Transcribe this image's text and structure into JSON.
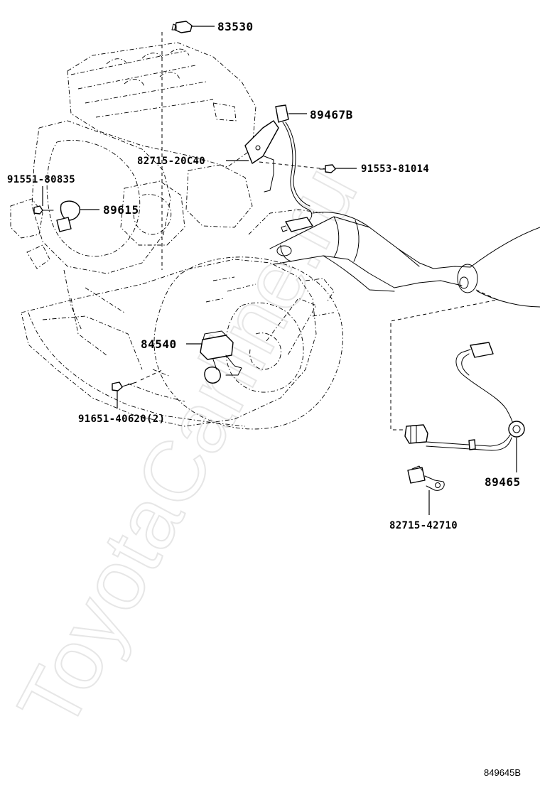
{
  "watermark": "ToyotaCarline.ru",
  "figure_code": "849645B",
  "labels": {
    "p83530": "83530",
    "p89467B": "89467B",
    "p82715_20C40": "82715-20C40",
    "p91553_81014": "91553-81014",
    "p91551_80835": "91551-80835",
    "p89615": "89615",
    "p84540": "84540",
    "p91651_40620": "91651-40620(2)",
    "p89465": "89465",
    "p82715_42710": "82715-42710"
  }
}
